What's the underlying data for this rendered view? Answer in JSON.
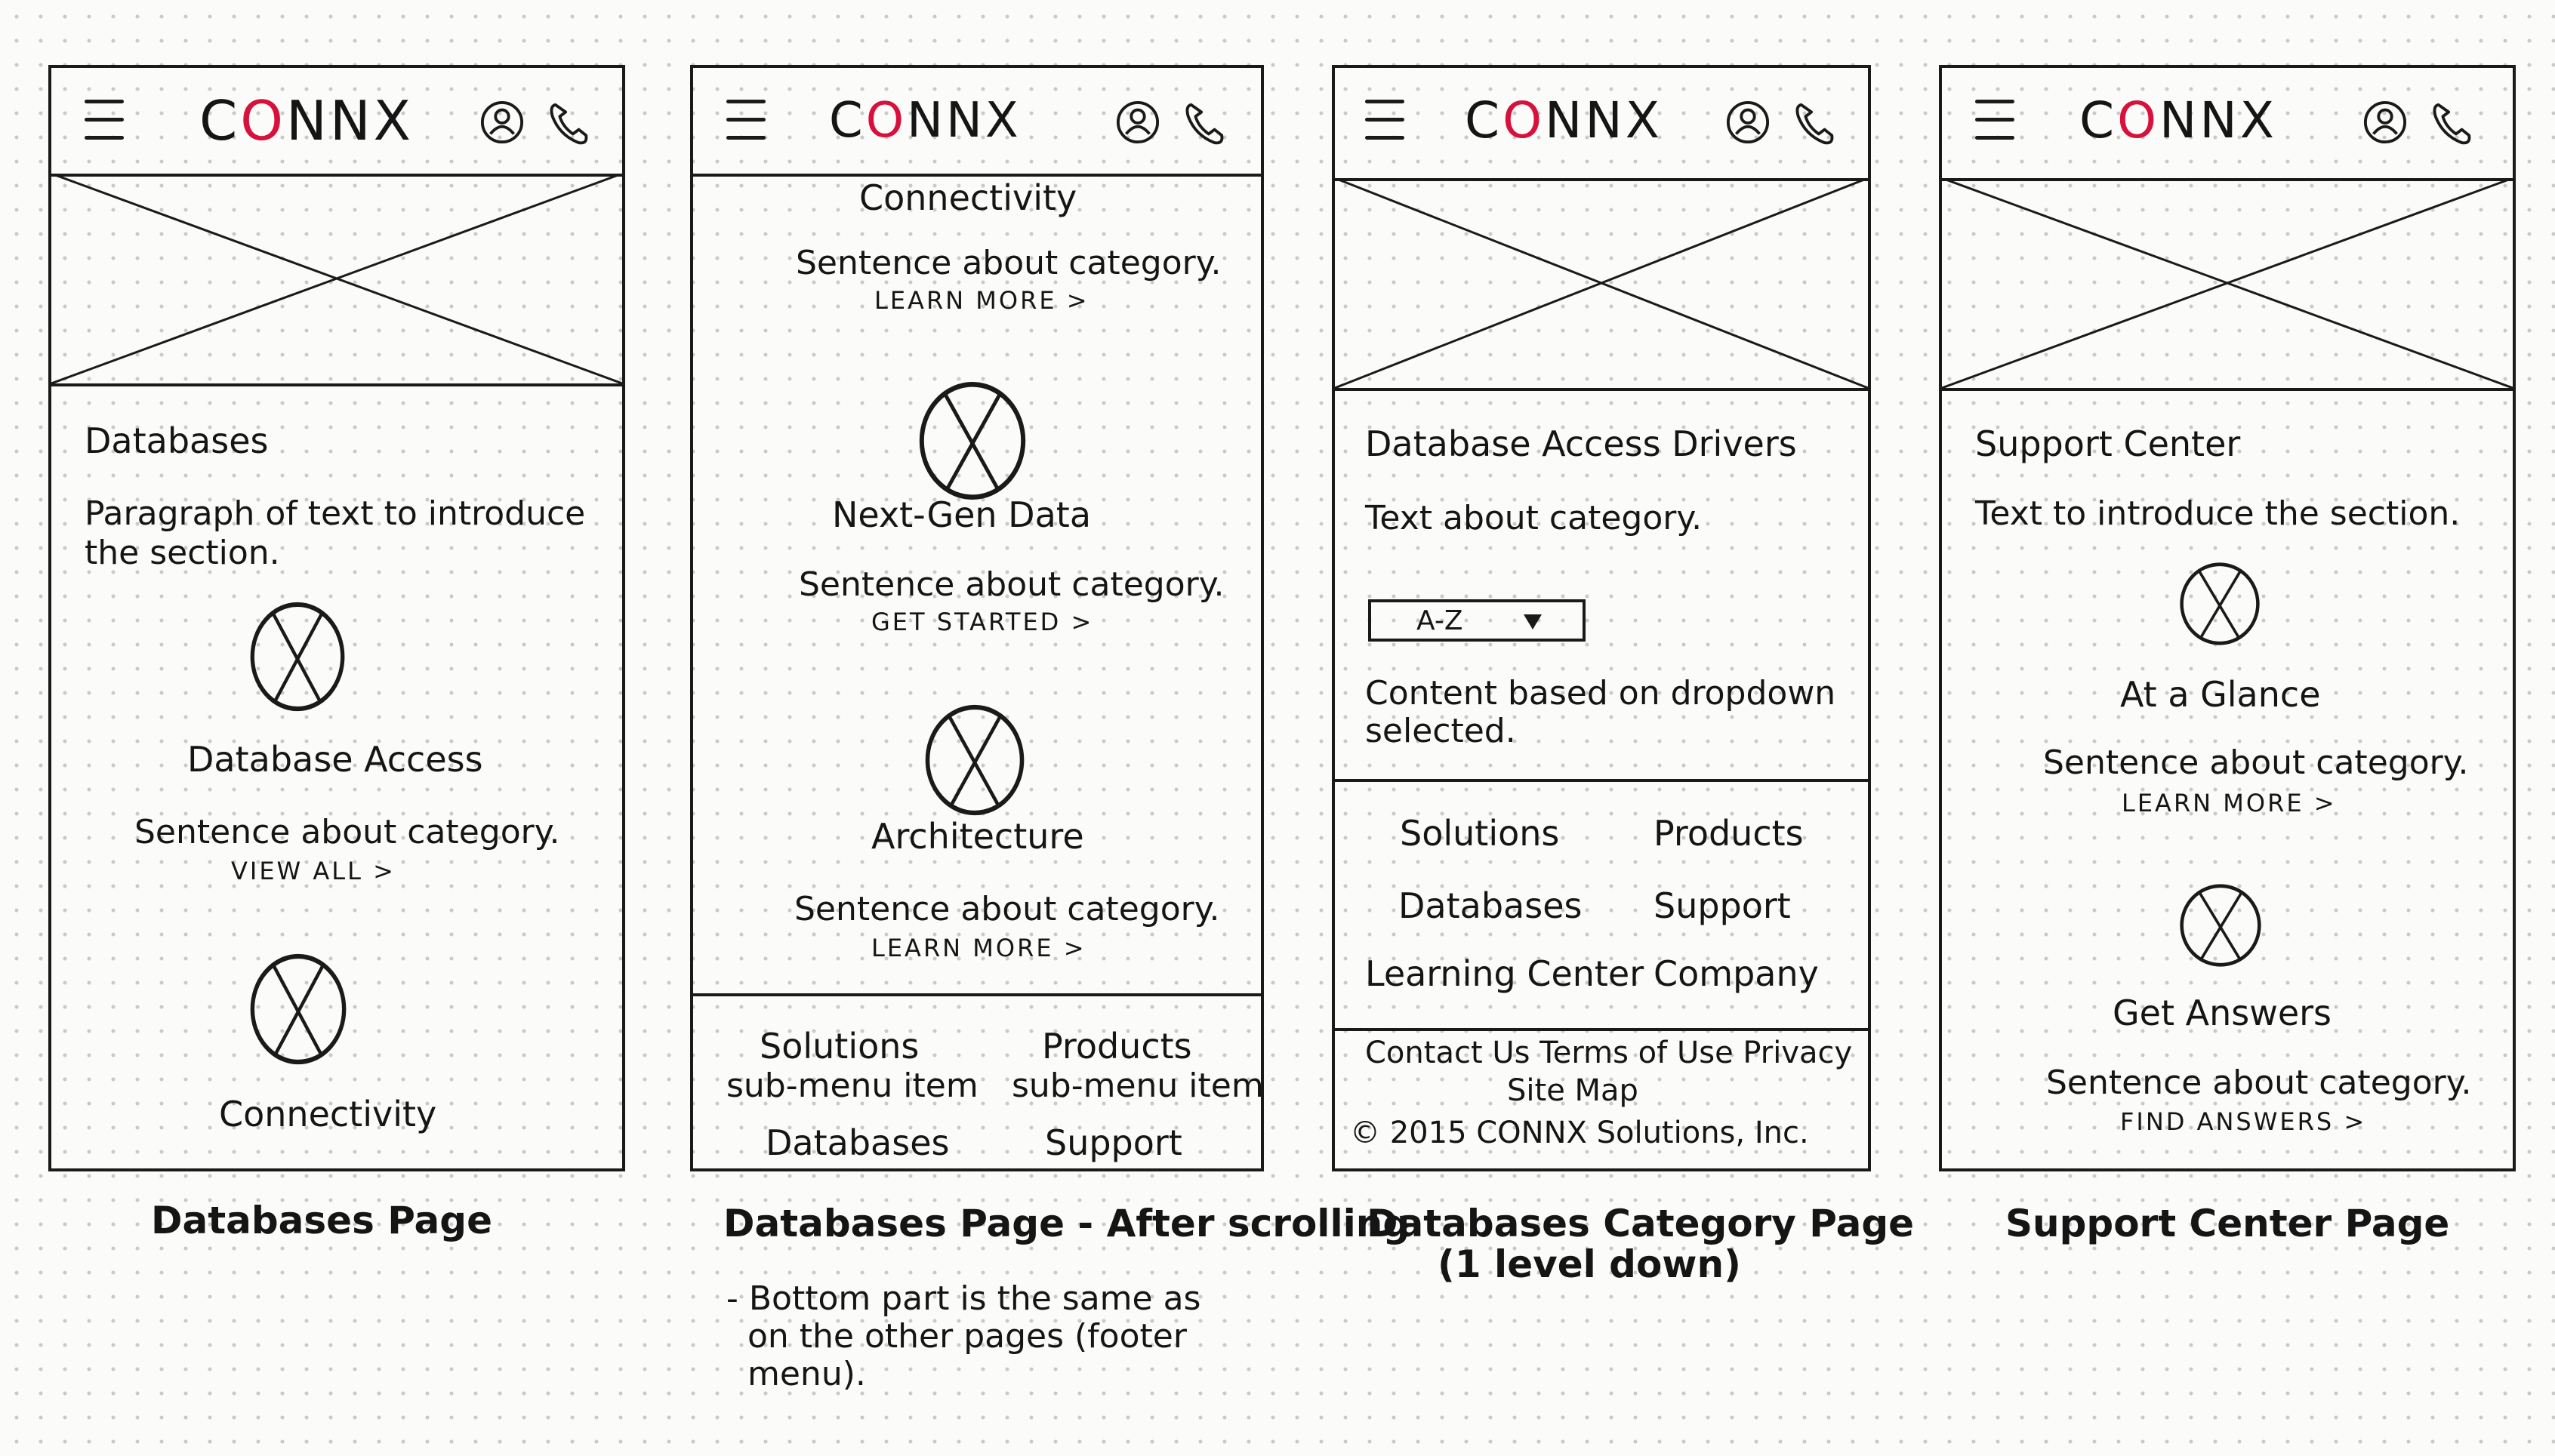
{
  "brand": {
    "logo_pre": "C",
    "logo_o": "O",
    "logo_post": "NNX",
    "accent": "#d8103c"
  },
  "screens": {
    "databases": {
      "title": "Databases",
      "intro_1": "Paragraph of text to introduce",
      "intro_2": "the section.",
      "item1_title": "Database Access",
      "item1_sentence": "Sentence about category.",
      "item1_link": "VIEW ALL >",
      "item2_title": "Connectivity",
      "caption": "Databases Page"
    },
    "scrolled": {
      "item0_title": "Connectivity",
      "item0_sentence": "Sentence about category.",
      "item0_link": "LEARN MORE >",
      "item1_title": "Next-Gen Data",
      "item1_sentence": "Sentence about category.",
      "item1_link": "GET STARTED >",
      "item2_title": "Architecture",
      "item2_sentence": "Sentence about category.",
      "item2_link": "LEARN MORE >",
      "footer_solutions": "Solutions",
      "footer_solutions_sub": "sub-menu item",
      "footer_products": "Products",
      "footer_products_sub": "sub-menu item",
      "footer_databases": "Databases",
      "footer_support": "Support",
      "caption": "Databases Page - After scrolling",
      "note_1": "- Bottom part is the same as",
      "note_2": "on the other pages (footer",
      "note_3": "menu)."
    },
    "category": {
      "title": "Database Access Drivers",
      "text": "Text about category.",
      "dropdown_value": "A-Z",
      "content_1": "Content based on dropdown",
      "content_2": "selected.",
      "menu_solutions": "Solutions",
      "menu_products": "Products",
      "menu_databases": "Databases",
      "menu_support": "Support",
      "menu_learning": "Learning Center",
      "menu_company": "Company",
      "links_1": "Contact Us  Terms of Use  Privacy",
      "links_2": "Site Map",
      "copyright": "© 2015 CONNX Solutions, Inc.",
      "caption_1": "Databases Category Page",
      "caption_2": "(1 level down)"
    },
    "support": {
      "title": "Support Center",
      "text": "Text to introduce the section.",
      "item1_title": "At a Glance",
      "item1_sentence": "Sentence about category.",
      "item1_link": "LEARN MORE >",
      "item2_title": "Get Answers",
      "item2_sentence": "Sentence about category.",
      "item2_link": "FIND ANSWERS >",
      "caption": "Support Center Page"
    }
  },
  "icons": {
    "menu": "hamburger-icon",
    "user": "user-icon",
    "phone": "phone-icon",
    "image_placeholder": "image-placeholder-icon",
    "dropdown_arrow": "caret-down-icon"
  }
}
